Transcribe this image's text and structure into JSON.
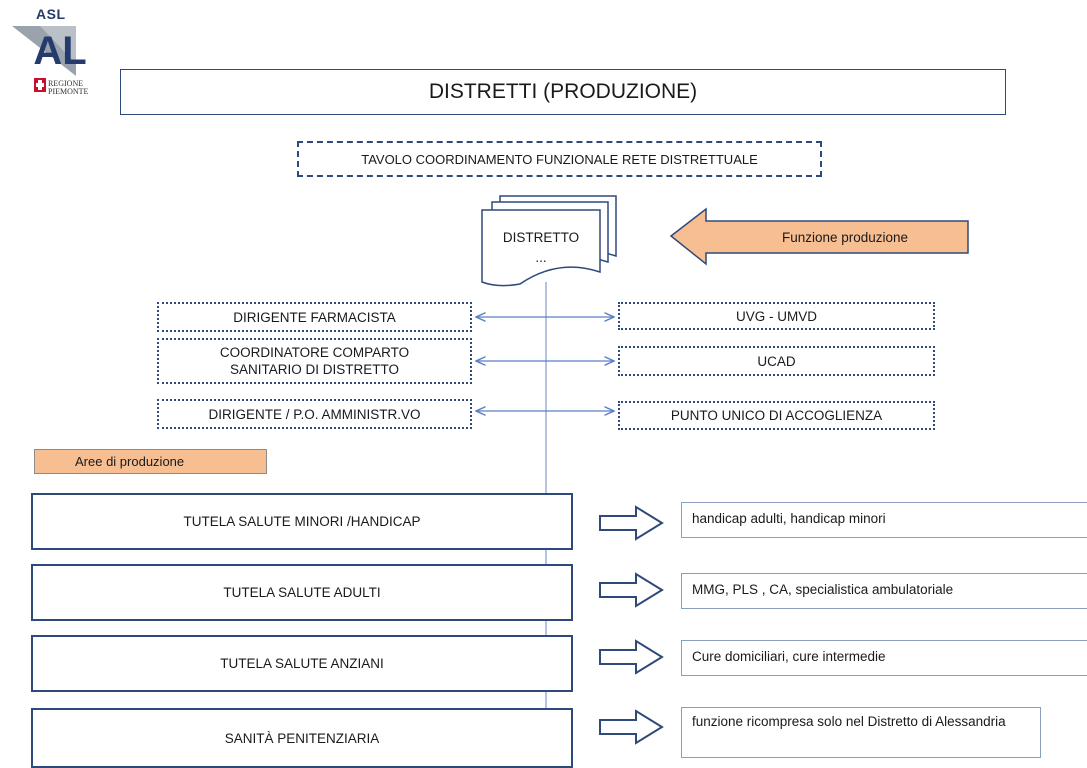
{
  "logo": {
    "acronym": "ASL",
    "letters": "AL",
    "region_line1": "REGIONE",
    "region_line2": "PIEMONTE"
  },
  "title": "DISTRETTI (PRODUZIONE)",
  "coordination": "TAVOLO COORDINAMENTO FUNZIONALE RETE DISTRETTUALE",
  "district": {
    "label": "DISTRETTO",
    "ellipsis": "..."
  },
  "function_arrow": "Funzione produzione",
  "left_roles": [
    {
      "line1": "DIRIGENTE FARMACISTA",
      "line2": ""
    },
    {
      "line1": "COORDINATORE COMPARTO",
      "line2": "SANITARIO DI DISTRETTO"
    },
    {
      "line1": "DIRIGENTE / P.O. AMMINISTR.VO",
      "line2": ""
    }
  ],
  "right_roles": [
    "UVG - UMVD",
    "UCAD",
    "PUNTO UNICO DI ACCOGLIENZA"
  ],
  "areas_label": "Aree di produzione",
  "areas": [
    {
      "name": "TUTELA SALUTE MINORI /HANDICAP",
      "description": "handicap adulti, handicap minori"
    },
    {
      "name": "TUTELA SALUTE ADULTI",
      "description": "MMG, PLS , CA, specialistica ambulatoriale"
    },
    {
      "name": "TUTELA SALUTE ANZIANI",
      "description": "Cure domiciliari, cure intermedie"
    },
    {
      "name": "SANITÀ PENITENZIARIA",
      "description": "funzione ricompresa solo nel Distretto di Alessandria"
    }
  ],
  "colors": {
    "border": "#2e4a7a",
    "orange": "#f7be92",
    "connector": "#5b7fc4"
  }
}
